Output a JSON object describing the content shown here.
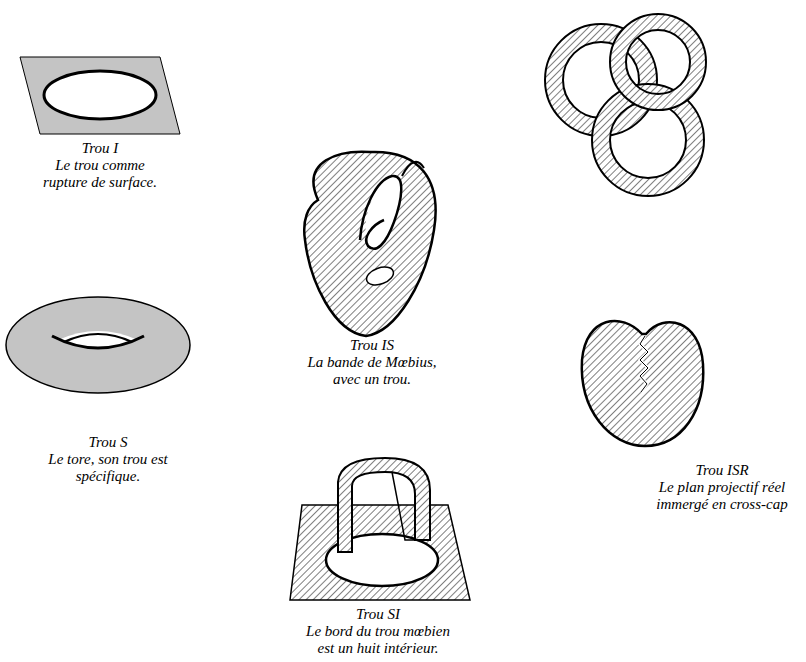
{
  "diagram": {
    "labels": [
      "Trou I",
      "Le trou comme rupture de surface.",
      "Trou IS",
      "La bande de Mœbius, avec un trou.",
      "Trou S",
      "Le tore, son trou est spécifique.",
      "Trou SI",
      "Le bord du trou mœbien est un huit intérieur.",
      "Trou ISR",
      "Le plan projectif réel immergé en cross-cap"
    ]
  }
}
